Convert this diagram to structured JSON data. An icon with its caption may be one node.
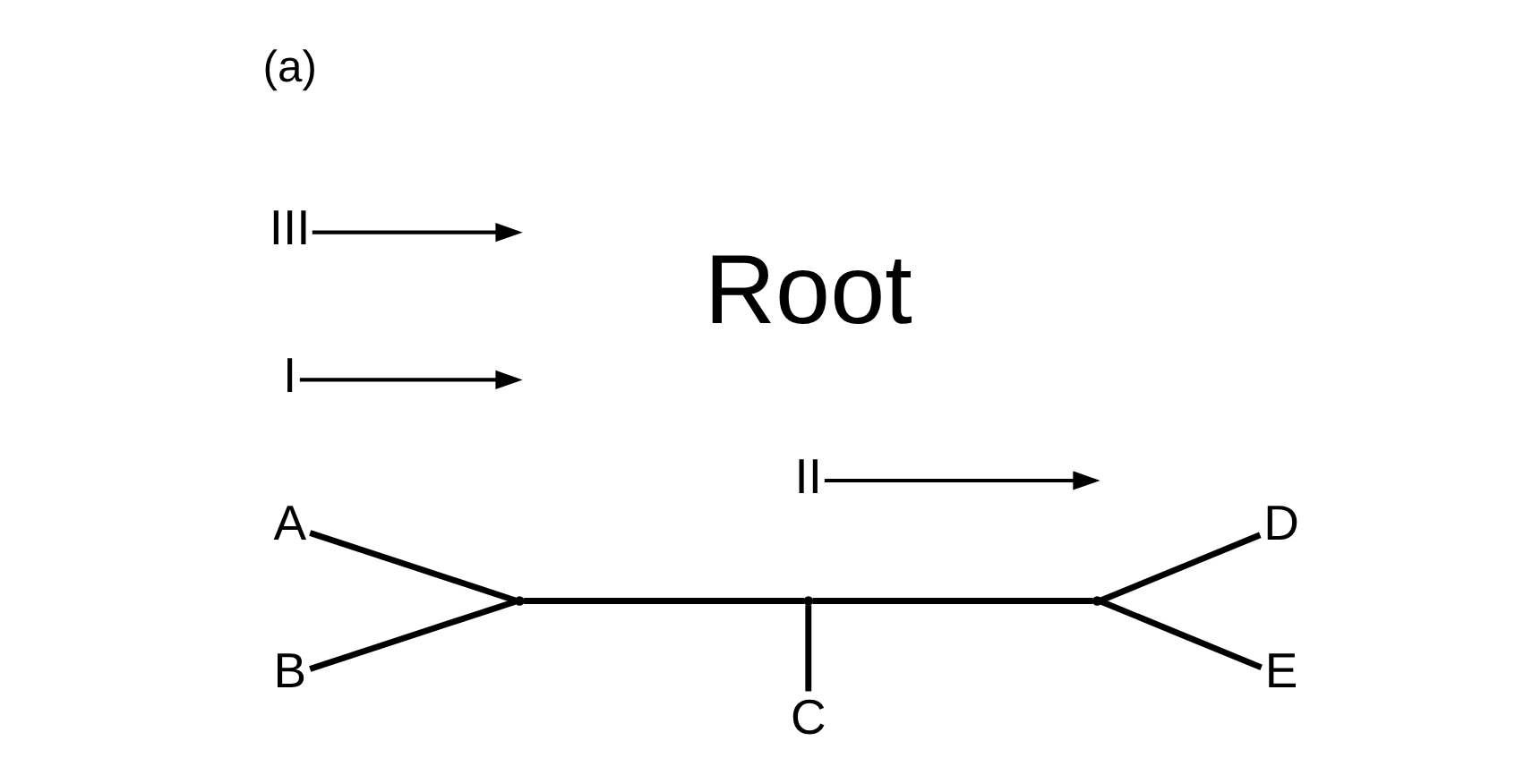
{
  "diagram": {
    "nodes": [
      {
        "text": [
          "A"
        ]
      },
      {
        "text": [
          "B"
        ]
      },
      {
        "text": [],
        "shape": "point"
      },
      {
        "text": [
          "C"
        ]
      },
      {
        "text": [],
        "shape": "point"
      },
      {
        "text": [
          "II"
        ]
      },
      {
        "text": [],
        "shape": "point"
      },
      {
        "text": [
          "D"
        ]
      },
      {
        "text": [
          "E"
        ]
      },
      {
        "text": [
          "I"
        ]
      },
      {
        "text": [
          "III"
        ]
      }
    ],
    "edges": [
      {
        "from": 0,
        "to": 2,
        "arrow": "none"
      },
      {
        "from": 1,
        "to": 2,
        "arrow": "none"
      },
      {
        "from": 2,
        "to": 4,
        "arrow": "none"
      },
      {
        "from": 4,
        "to": 3,
        "arrow": "none"
      },
      {
        "from": 4,
        "to": 6,
        "arrow": "none"
      },
      {
        "from": 6,
        "to": 7,
        "arrow": "none"
      },
      {
        "from": 6,
        "to": 8,
        "arrow": "none"
      },
      {
        "from": 9,
        "to": null,
        "arrow": "to"
      },
      {
        "from": 5,
        "to": null,
        "arrow": "to"
      },
      {
        "from": 10,
        "to": null,
        "arrow": "to"
      }
    ],
    "labels": [
      "(a)",
      "Root"
    ]
  }
}
